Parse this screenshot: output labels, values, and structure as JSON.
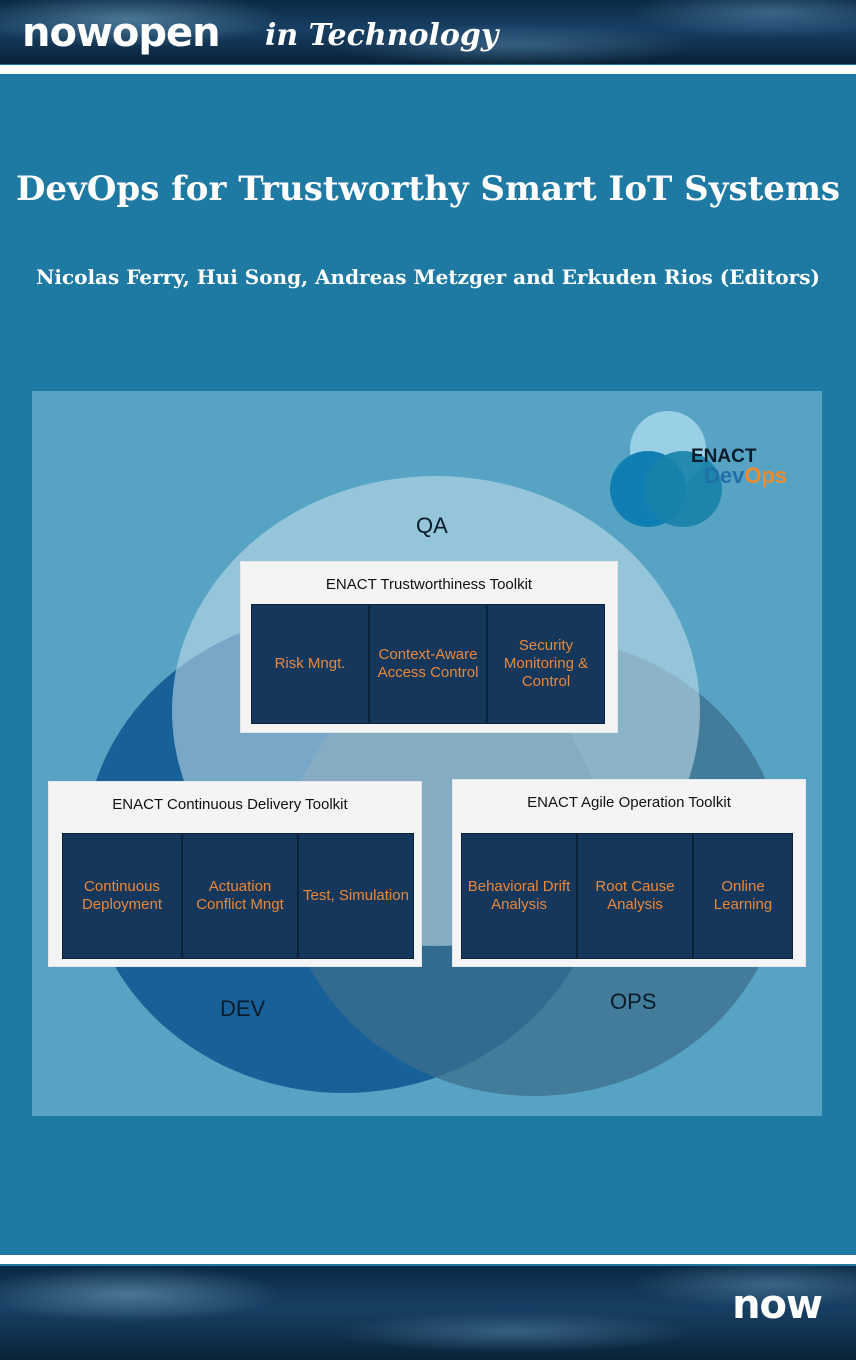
{
  "header": {
    "brand": "nowopen",
    "series": "in Technology"
  },
  "book": {
    "title": "DevOps for Trustworthy Smart IoT Systems",
    "authors": "Nicolas Ferry, Hui Song, Andreas Metzger and Erkuden Rios (Editors)"
  },
  "diagram": {
    "logo": {
      "line1": "ENACT",
      "dev": "Dev",
      "ops": "Ops"
    },
    "circle_labels": {
      "qa": "QA",
      "dev": "DEV",
      "ops": "OPS"
    },
    "toolkits": {
      "trust": {
        "title": "ENACT Trustworthiness Toolkit",
        "items": [
          "Risk Mngt.",
          "Context-Aware Access Control",
          "Security Monitoring & Control"
        ]
      },
      "cd": {
        "title": "ENACT Continuous Delivery Toolkit",
        "items": [
          "Continuous Deployment",
          "Actuation Conflict Mngt",
          "Test, Simulation"
        ]
      },
      "ao": {
        "title": "ENACT Agile Operation Toolkit",
        "items": [
          "Behavioral Drift Analysis",
          "Root Cause Analysis",
          "Online Learning"
        ]
      }
    }
  },
  "footer": {
    "logo": "now"
  },
  "colors": {
    "background": "#1f7aa3",
    "cell": "#16375c",
    "cell_text": "#e8883a"
  }
}
